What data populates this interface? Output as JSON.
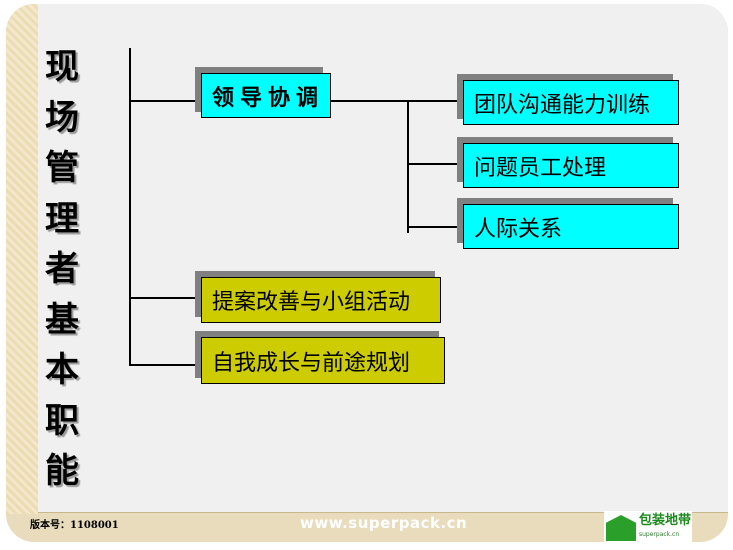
{
  "title_vertical": "现场管理者基本职能",
  "boxes": {
    "leadership": "领导协调",
    "team": "团队沟通能力训练",
    "problem": "问题员工处理",
    "relations": "人际关系",
    "proposal": "提案改善与小组活动",
    "growth": "自我成长与前途规划"
  },
  "footer": {
    "version": "版本号：1108001",
    "url": "www.superpack.cn",
    "logo_text": "包装地带",
    "logo_sub": "superpack.cn"
  },
  "colors": {
    "cyan": "#00ffff",
    "olive": "#cccc00"
  }
}
